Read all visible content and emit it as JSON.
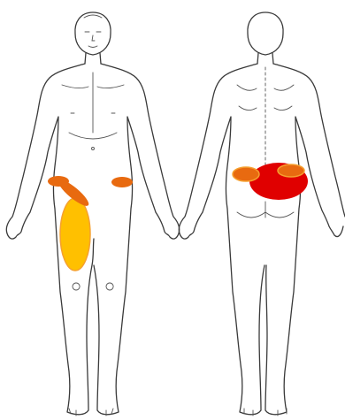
{
  "figure": {
    "views": [
      {
        "id": "front",
        "name": "anterior-view"
      },
      {
        "id": "back",
        "name": "posterior-view"
      }
    ],
    "colors": {
      "outline": "#3a3a3a",
      "pain_primary": "#ffc000",
      "pain_secondary": "#e86a10",
      "pain_intense": "#e00000",
      "pain_edge": "#f5a030"
    },
    "pain_areas": [
      {
        "view": "front",
        "region": "right-hip-groin",
        "intensity": "secondary"
      },
      {
        "view": "front",
        "region": "right-inner-thigh-band",
        "intensity": "secondary"
      },
      {
        "view": "front",
        "region": "right-thigh",
        "intensity": "primary"
      },
      {
        "view": "front",
        "region": "left-hip",
        "intensity": "secondary"
      },
      {
        "view": "back",
        "region": "left-lower-back",
        "intensity": "secondary"
      },
      {
        "view": "back",
        "region": "sacrum-lower-back",
        "intensity": "intense"
      },
      {
        "view": "back",
        "region": "right-lower-back",
        "intensity": "secondary"
      }
    ]
  }
}
